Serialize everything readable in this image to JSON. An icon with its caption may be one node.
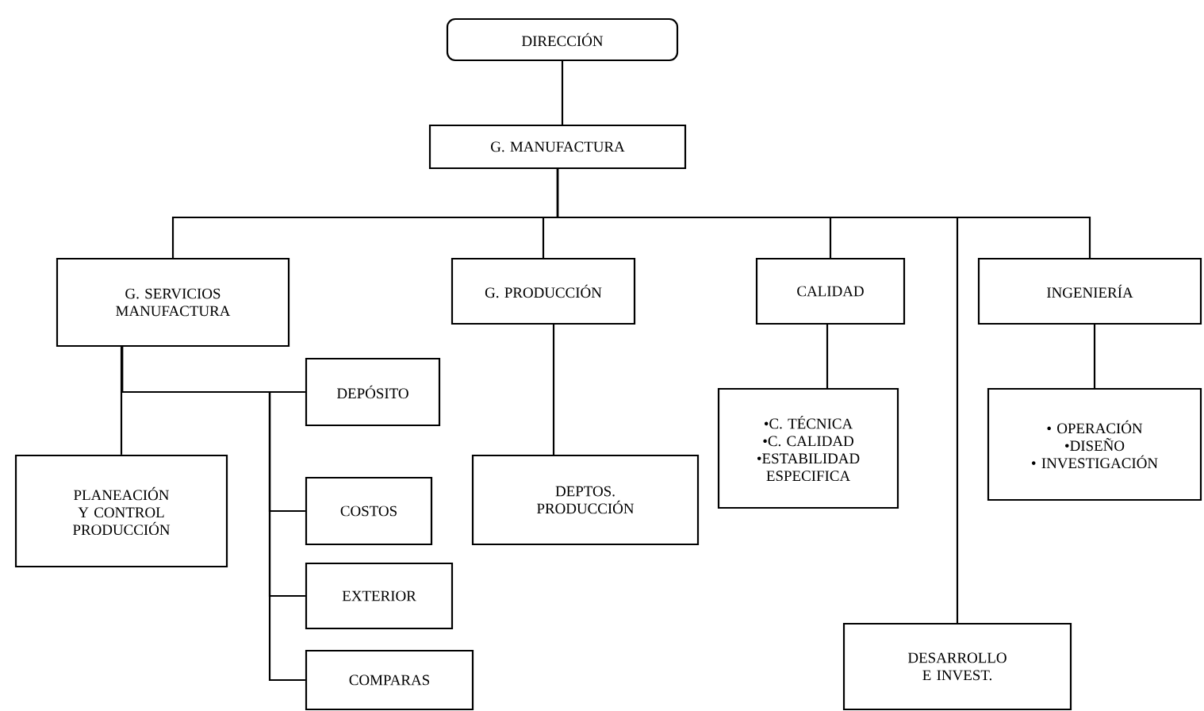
{
  "diagram": {
    "nodes": [
      {
        "text": [
          "DIRECCIÓN"
        ]
      },
      {
        "text": [
          "G. MANUFACTURA"
        ]
      },
      {
        "text": [
          "G. SERVICIOS MANUFACTURA"
        ]
      },
      {
        "text": [
          "G. PRODUCCIÓN"
        ]
      },
      {
        "text": [
          "CALIDAD"
        ]
      },
      {
        "text": [
          "INGENIERÍA"
        ]
      },
      {
        "text": [
          "DEPÓSITO"
        ]
      },
      {
        "text": [
          "PLANEACIÓN Y CONTROL PRODUCCIÓN"
        ]
      },
      {
        "text": [
          "COSTOS"
        ]
      },
      {
        "text": [
          "DEPTOS. PRODUCCIÓN"
        ]
      },
      {
        "text": [
          "•C. TÉCNICA",
          "•C. CALIDAD",
          "•ESTABILIDAD ESPECIFICA"
        ]
      },
      {
        "text": [
          "• OPERACIÓN",
          "•DISEÑO",
          "• INVESTIGACIÓN"
        ]
      },
      {
        "text": [
          "EXTERIOR"
        ]
      },
      {
        "text": [
          "COMPARAS"
        ]
      },
      {
        "text": [
          "DESARROLLO E INVEST."
        ]
      }
    ],
    "edges": [
      {
        "from": 0,
        "to": 1,
        "arrow": "none"
      },
      {
        "from": 1,
        "to": 2,
        "arrow": "none"
      },
      {
        "from": 1,
        "to": 3,
        "arrow": "none"
      },
      {
        "from": 1,
        "to": 4,
        "arrow": "none"
      },
      {
        "from": 1,
        "to": 14,
        "arrow": "none"
      },
      {
        "from": 1,
        "to": 5,
        "arrow": "none"
      },
      {
        "from": 2,
        "to": 6,
        "arrow": "none"
      },
      {
        "from": 2,
        "to": 7,
        "arrow": "none"
      },
      {
        "from": 2,
        "to": 8,
        "arrow": "none"
      },
      {
        "from": 2,
        "to": 12,
        "arrow": "none"
      },
      {
        "from": 2,
        "to": 13,
        "arrow": "none"
      },
      {
        "from": 3,
        "to": 9,
        "arrow": "none"
      },
      {
        "from": 4,
        "to": 10,
        "arrow": "none"
      },
      {
        "from": 5,
        "to": 11,
        "arrow": "none"
      }
    ]
  }
}
